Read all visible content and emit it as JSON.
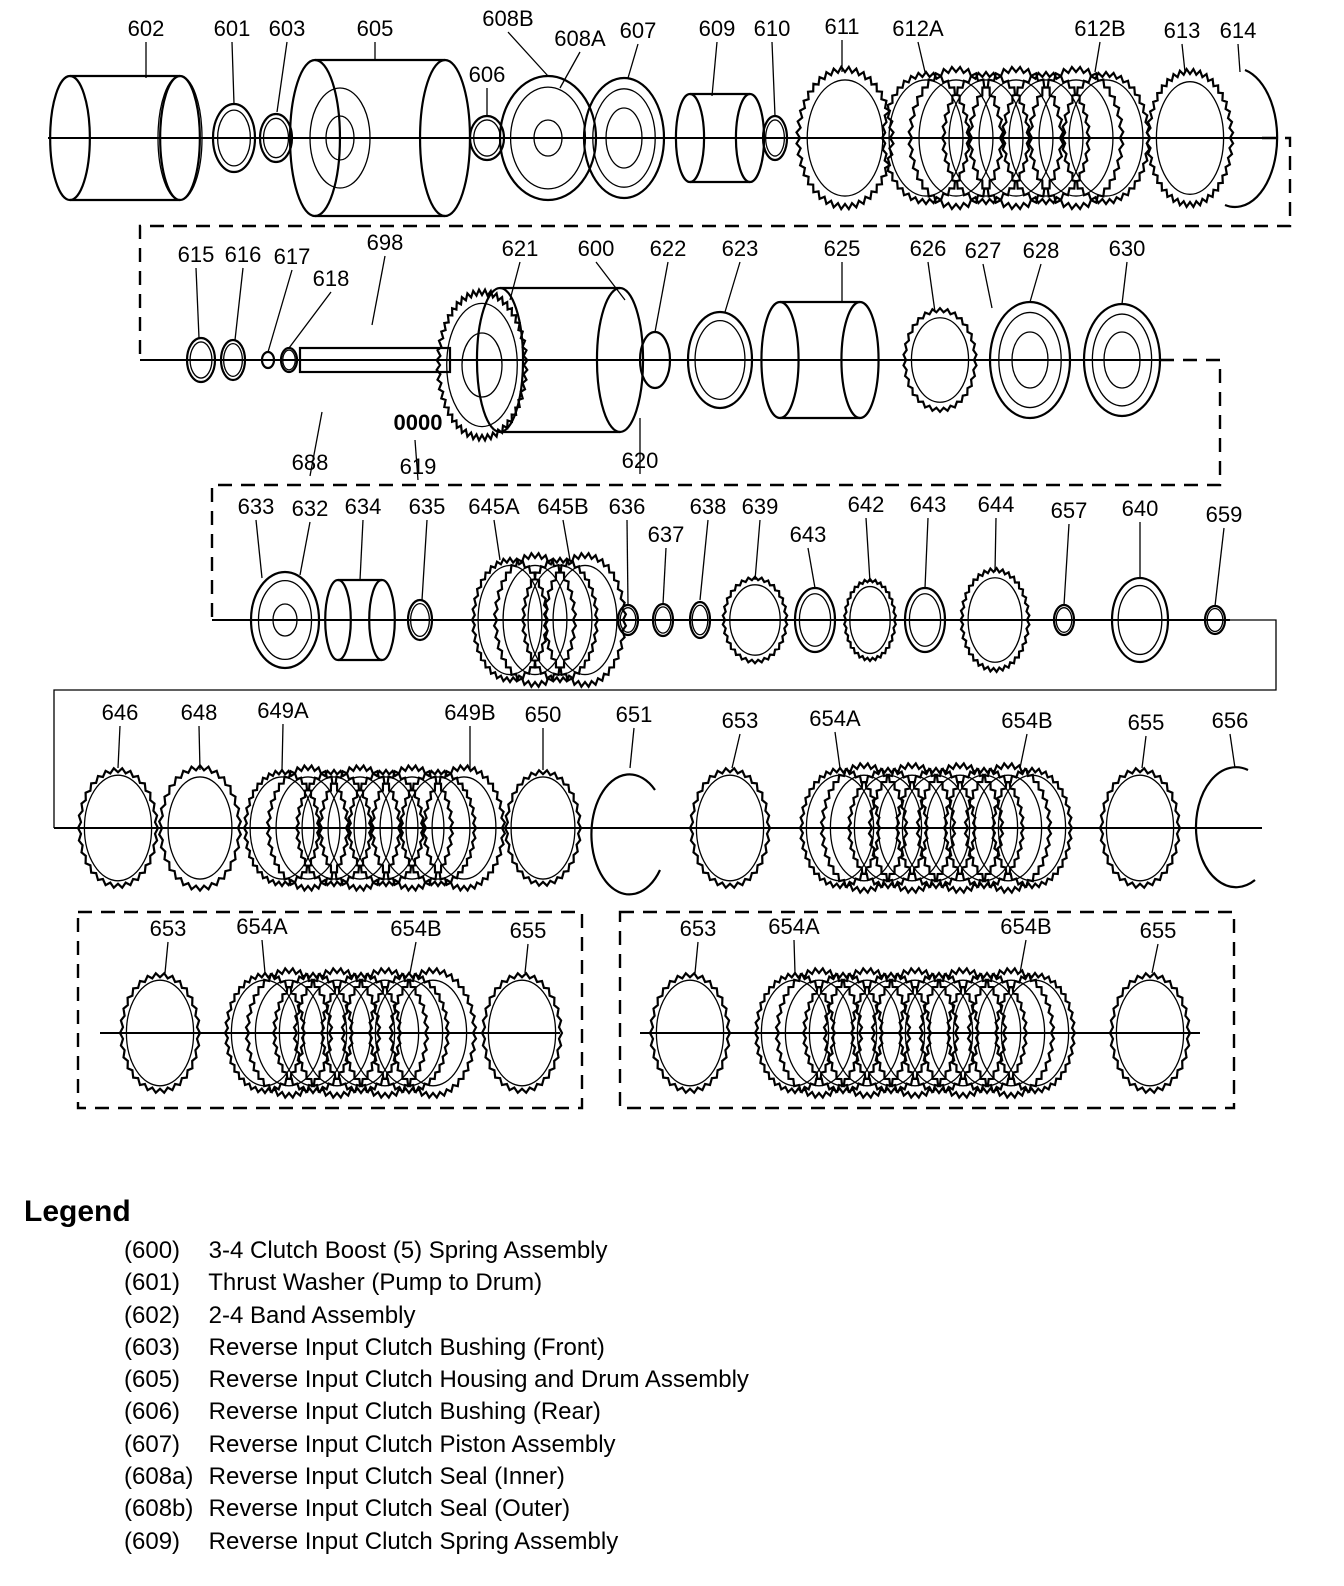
{
  "callouts": {
    "row1": [
      "602",
      "601",
      "603",
      "605",
      "606",
      "608B",
      "608A",
      "607",
      "609",
      "610",
      "611",
      "612A",
      "612B",
      "613",
      "614"
    ],
    "row2": [
      "615",
      "616",
      "617",
      "618",
      "698",
      "621",
      "600",
      "622",
      "623",
      "625",
      "626",
      "627",
      "628",
      "630",
      "688",
      "619",
      "620"
    ],
    "row2_marking": "0000",
    "row3": [
      "633",
      "632",
      "634",
      "635",
      "645A",
      "645B",
      "636",
      "637",
      "638",
      "639",
      "643",
      "642",
      "643",
      "644",
      "657",
      "640",
      "659"
    ],
    "row4": [
      "646",
      "648",
      "649A",
      "649B",
      "650",
      "651",
      "653",
      "654A",
      "654B",
      "655",
      "656"
    ],
    "alt_left": [
      "653",
      "654A",
      "654B",
      "655"
    ],
    "alt_right": [
      "653",
      "654A",
      "654B",
      "655"
    ]
  },
  "legend": {
    "title": "Legend",
    "items": [
      {
        "num": "(600)",
        "text": "3-4 Clutch Boost (5) Spring Assembly"
      },
      {
        "num": "(601)",
        "text": "Thrust Washer (Pump to Drum)"
      },
      {
        "num": "(602)",
        "text": "2-4 Band Assembly"
      },
      {
        "num": "(603)",
        "text": "Reverse Input Clutch Bushing (Front)"
      },
      {
        "num": "(605)",
        "text": "Reverse Input Clutch Housing and Drum Assembly"
      },
      {
        "num": "(606)",
        "text": "Reverse Input Clutch Bushing (Rear)"
      },
      {
        "num": "(607)",
        "text": "Reverse Input Clutch Piston Assembly"
      },
      {
        "num": "(608a)",
        "text": "Reverse Input Clutch Seal (Inner)"
      },
      {
        "num": "(608b)",
        "text": "Reverse Input Clutch Seal (Outer)"
      },
      {
        "num": "(609)",
        "text": "Reverse Input Clutch Spring Assembly"
      }
    ]
  }
}
